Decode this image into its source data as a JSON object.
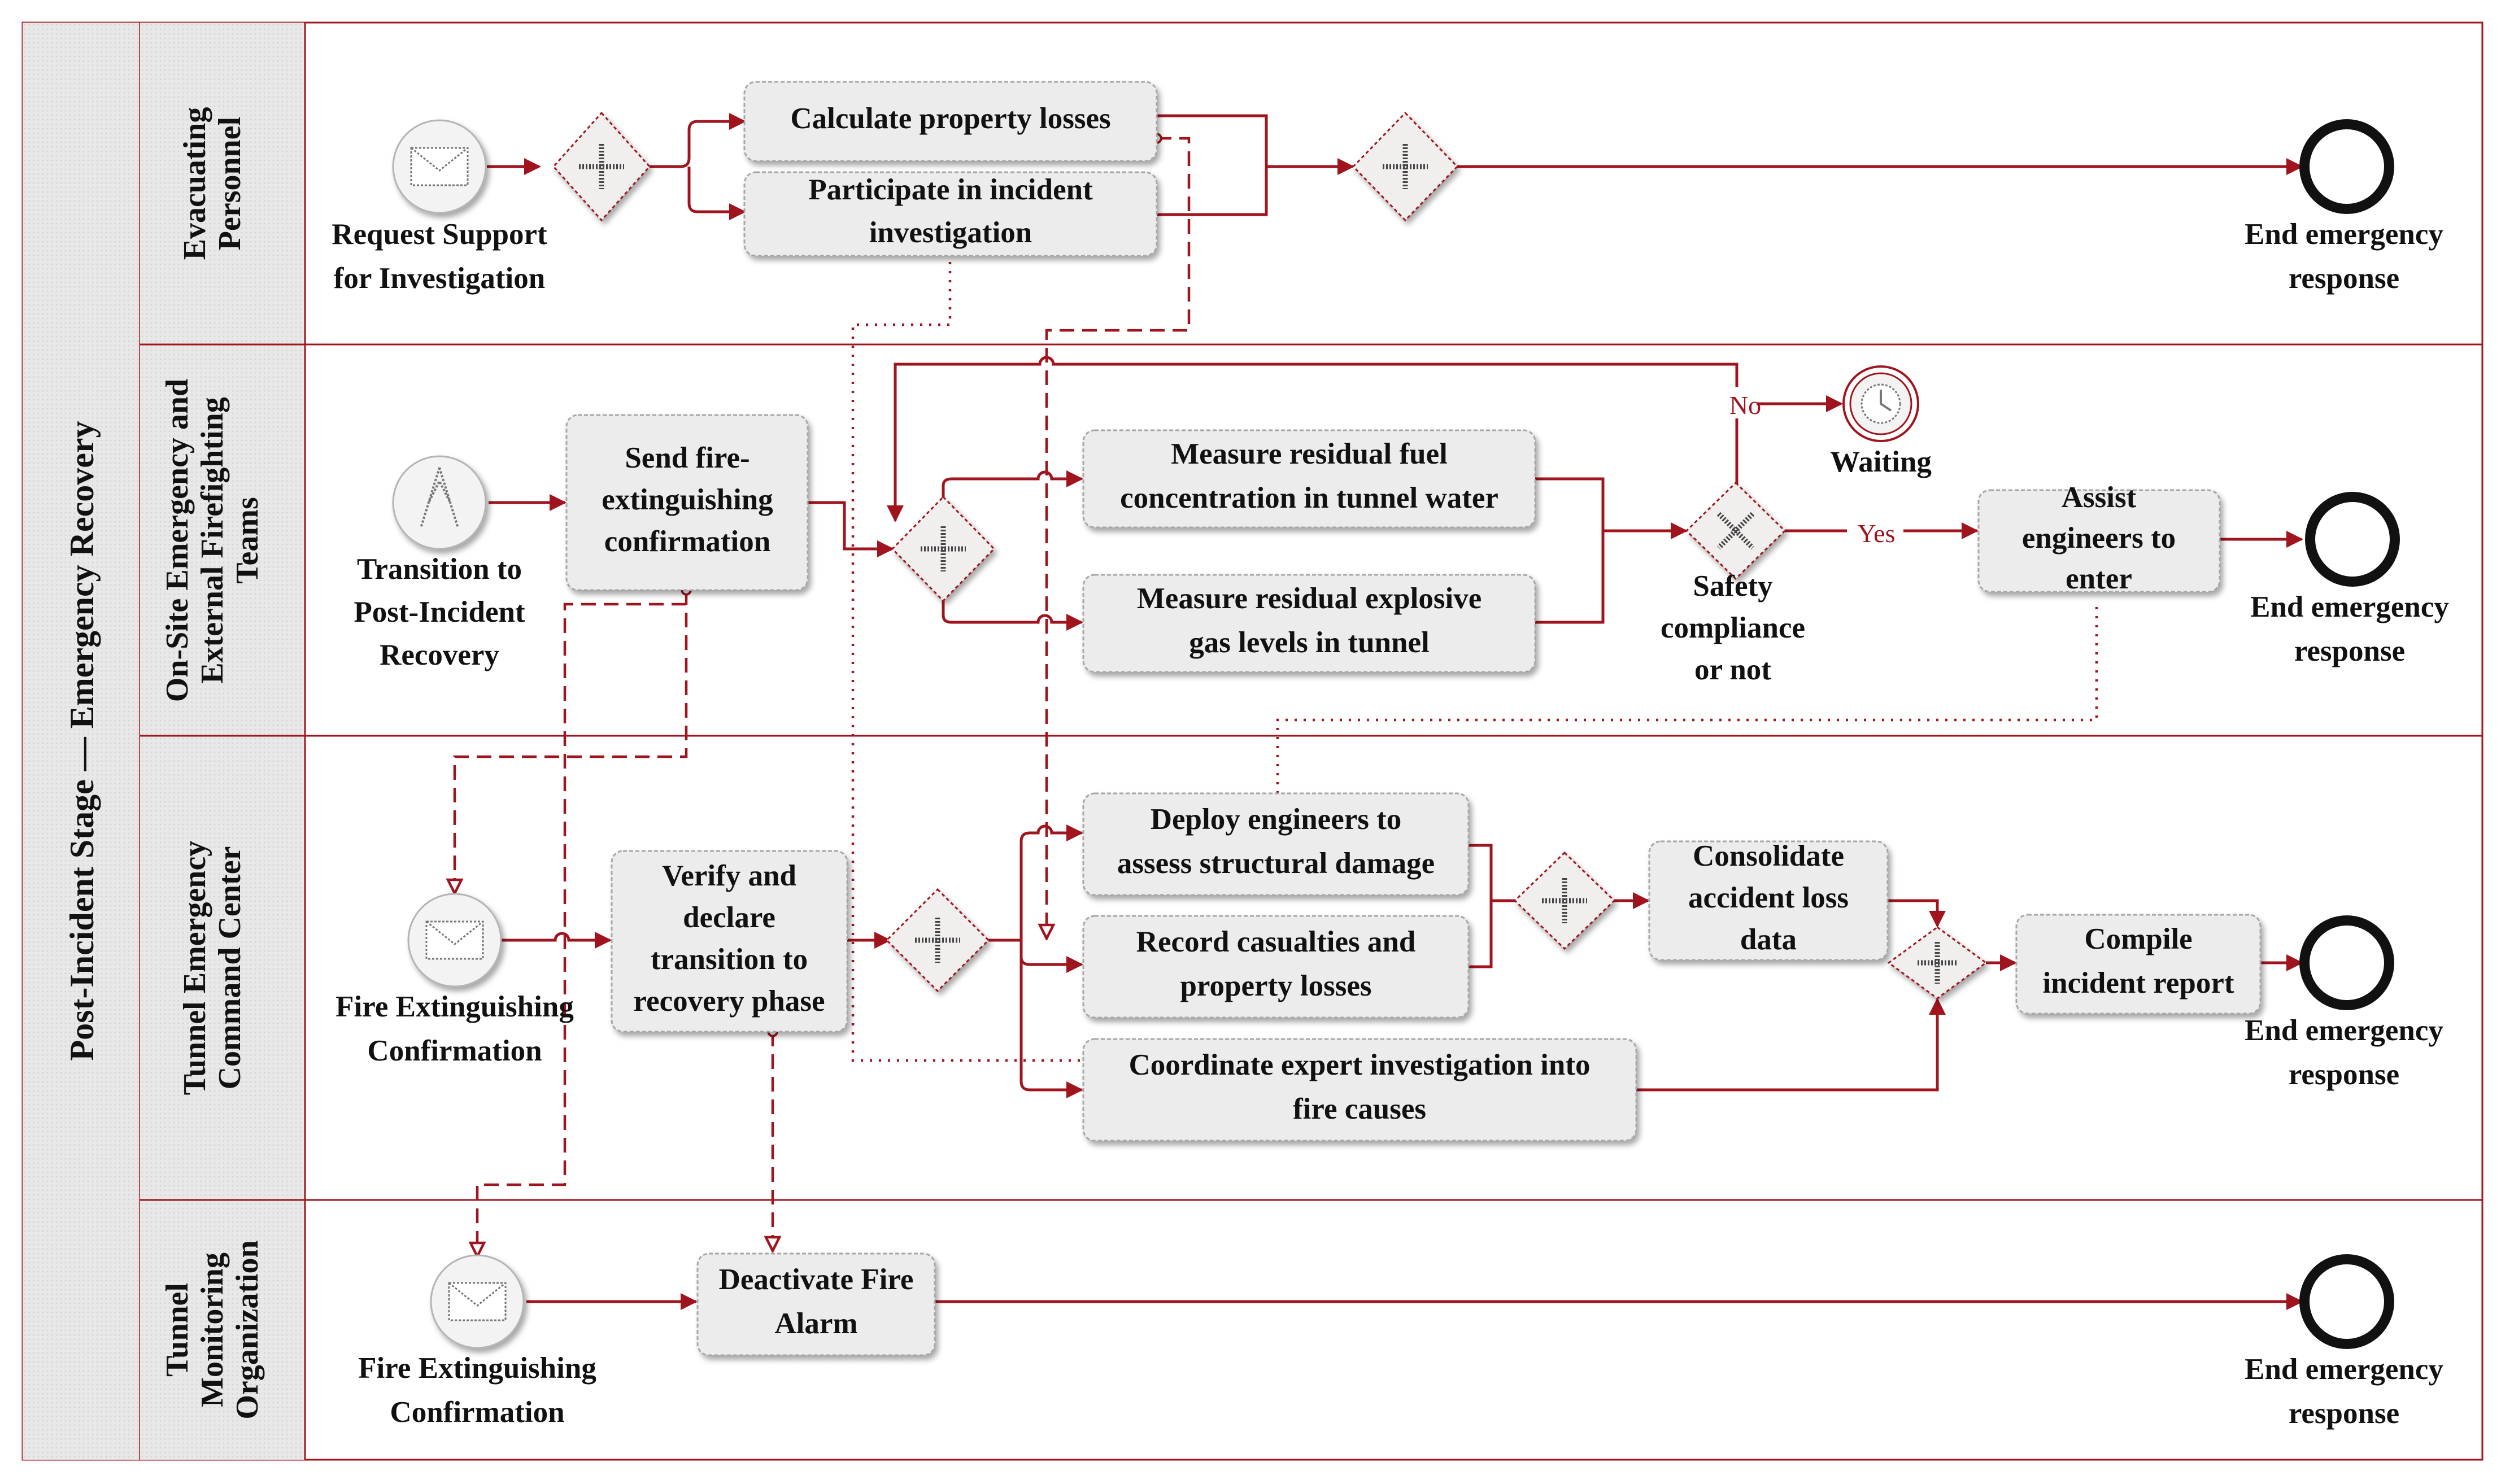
{
  "pool": {
    "title": "Post-Incident Stage — Emergency Recovery"
  },
  "lanes": {
    "evacuating": [
      "Evacuating",
      "Personnel"
    ],
    "onsite": [
      "On-Site Emergency and",
      "External Firefighting",
      "Teams"
    ],
    "command": [
      "Tunnel Emergency",
      "Command Center"
    ],
    "monitoring": [
      "Tunnel",
      "Monitoring",
      "Organization"
    ]
  },
  "events": {
    "start_evac": [
      "Request Support",
      "for Investigation"
    ],
    "start_onsite": [
      "Transition to",
      "Post-Incident",
      "Recovery"
    ],
    "start_command": [
      "Fire Extinguishing",
      "Confirmation"
    ],
    "start_monitor": [
      "Fire Extinguishing",
      "Confirmation"
    ],
    "waiting": [
      "Waiting"
    ],
    "end_evac": [
      "End emergency",
      "response"
    ],
    "end_onsite": [
      "End emergency",
      "response"
    ],
    "end_command": [
      "End emergency",
      "response"
    ],
    "end_monitor": [
      "End emergency",
      "response"
    ]
  },
  "tasks": {
    "calc_losses": [
      "Calculate property losses"
    ],
    "participate": [
      "Participate in incident",
      "investigation"
    ],
    "send_confirmation": [
      "Send fire-",
      "extinguishing",
      "confirmation"
    ],
    "measure_fuel": [
      "Measure residual fuel",
      "concentration in tunnel water"
    ],
    "measure_gas": [
      "Measure residual explosive",
      "gas levels in tunnel"
    ],
    "assist_engineers": [
      "Assist",
      "engineers to",
      "enter"
    ],
    "verify_declare": [
      "Verify and",
      "declare",
      "transition to",
      "recovery phase"
    ],
    "deploy_engineers": [
      "Deploy engineers to",
      "assess structural damage"
    ],
    "record_casualties": [
      "Record casualties and",
      "property losses"
    ],
    "coordinate": [
      "Coordinate expert investigation into",
      "fire causes"
    ],
    "consolidate": [
      "Consolidate",
      "accident loss",
      "data"
    ],
    "compile_report": [
      "Compile",
      "incident report"
    ],
    "deactivate_alarm": [
      "Deactivate Fire",
      "Alarm"
    ]
  },
  "gateways": {
    "safety": [
      "Safety",
      "compliance",
      "or not"
    ]
  },
  "flow_labels": {
    "no": "No",
    "yes": "Yes"
  },
  "colors": {
    "flow": "#a0141e",
    "task_fill": "#ececec",
    "lane_title_bg": "#e8e8e8"
  }
}
